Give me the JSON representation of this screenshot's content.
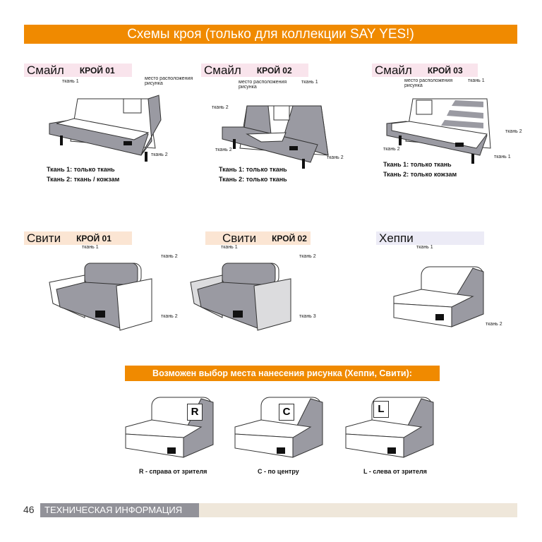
{
  "title": "Схемы кроя (только для коллекции SAY YES!)",
  "smile": [
    {
      "name": "Смайл",
      "cut": "КРОЙ 01",
      "notes": {
        "fabric1": "ткань 1",
        "fabric2": "ткань 2",
        "place": "место расположения рисунка"
      },
      "legend": [
        "Ткань 1: только ткань",
        "Ткань 2: ткань / кожзам"
      ]
    },
    {
      "name": "Смайл",
      "cut": "КРОЙ 02",
      "notes": {
        "fabric1": "ткань 1",
        "fabric2": "ткань 2",
        "place": "место расположения рисунка"
      },
      "legend": [
        "Ткань 1: только ткань",
        "Ткань 2: только ткань"
      ]
    },
    {
      "name": "Смайл",
      "cut": "КРОЙ 03",
      "notes": {
        "fabric1": "ткань 1",
        "fabric2": "ткань 2",
        "place": "место расположения рисунка"
      },
      "legend": [
        "Ткань 1: только ткань",
        "Ткань 2: только кожзам"
      ]
    }
  ],
  "svity": [
    {
      "name": "Свити",
      "cut": "КРОЙ 01",
      "notes": {
        "a": "ткань 1",
        "b": "ткань 2",
        "c": "ткань 2"
      }
    },
    {
      "name": "Свити",
      "cut": "КРОЙ 02",
      "notes": {
        "a": "ткань 1",
        "b": "ткань 2",
        "c": "ткань 3"
      }
    }
  ],
  "heppy": {
    "name": "Хеппи",
    "notes": {
      "a": "ткань 1",
      "b": "ткань 2"
    }
  },
  "banner": "Возможен выбор места нанесения рисунка (Хеппи, Свити):",
  "placements": [
    {
      "letter": "R",
      "caption": "R - справа от зрителя"
    },
    {
      "letter": "C",
      "caption": "С - по центру"
    },
    {
      "letter": "L",
      "caption": "L - слева от зрителя"
    }
  ],
  "footer": {
    "page": "46",
    "section": "ТЕХНИЧЕСКАЯ ИНФОРМАЦИЯ"
  },
  "colors": {
    "orange": "#f08a00",
    "gray": "#929299",
    "fabric": "#9a9aa2"
  }
}
